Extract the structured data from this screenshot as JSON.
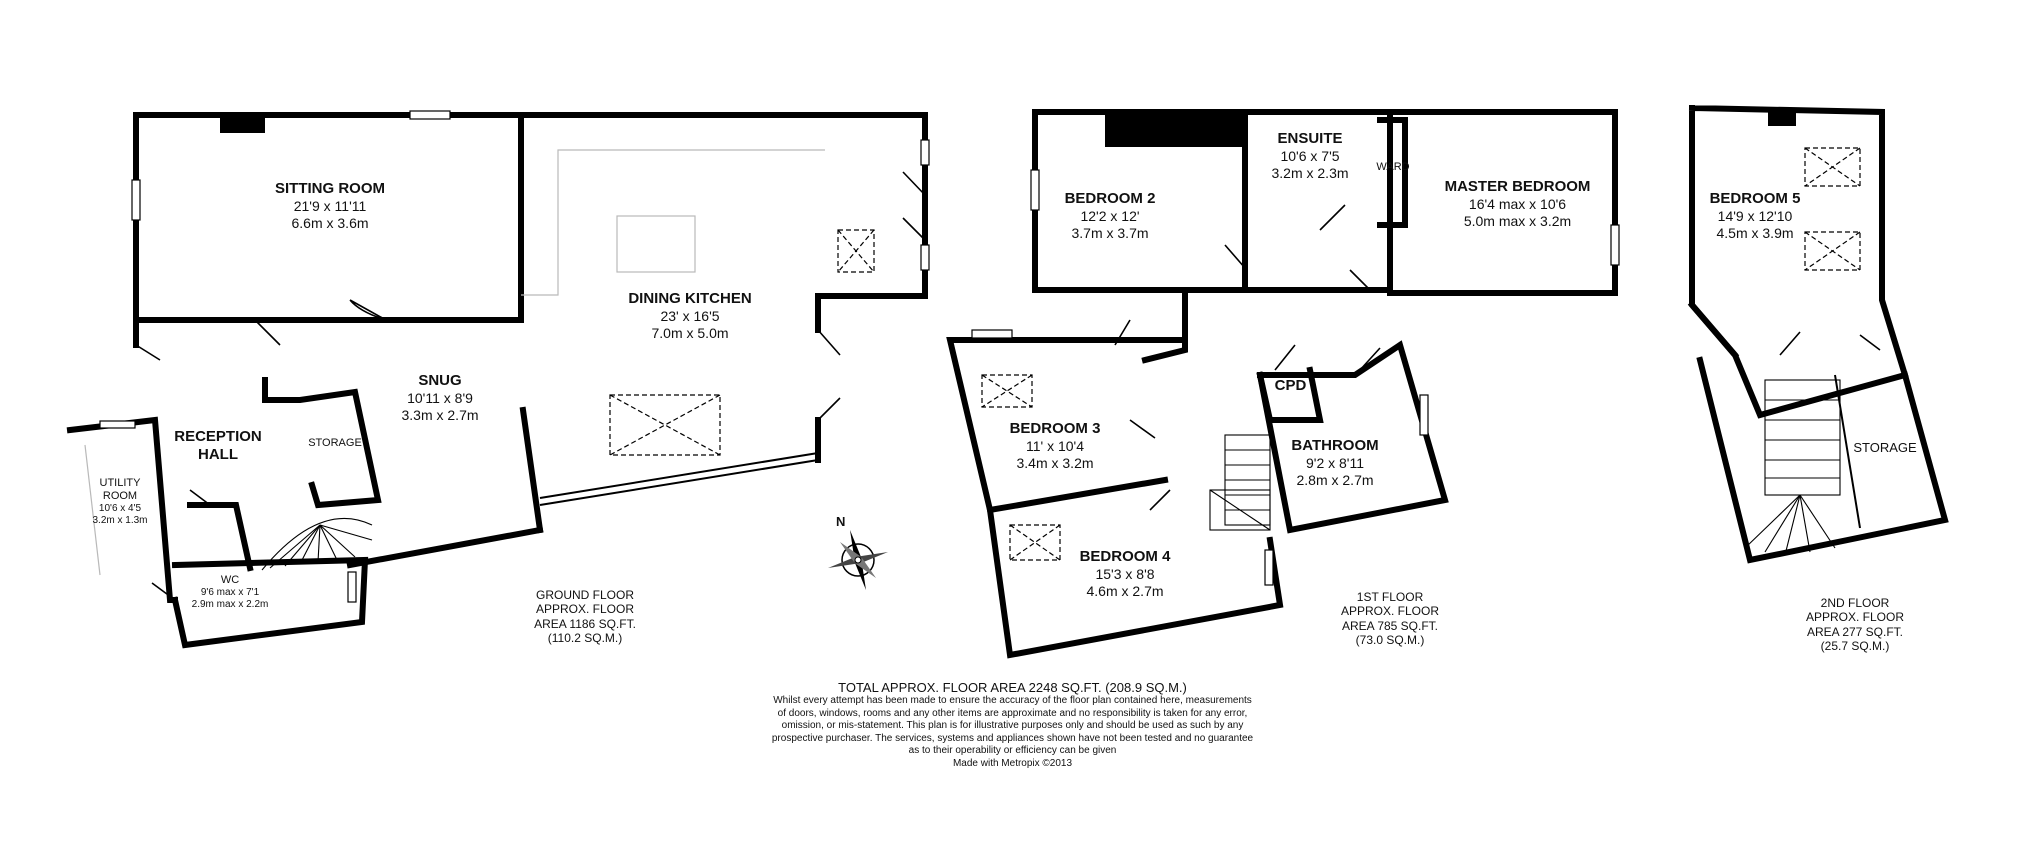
{
  "ground_floor": {
    "summary": [
      "GROUND FLOOR",
      "APPROX. FLOOR",
      "AREA 1186 SQ.FT.",
      "(110.2 SQ.M.)"
    ],
    "rooms": [
      {
        "name": "SITTING ROOM",
        "imperial": "21'9 x 11'11",
        "metric": "6.6m x 3.6m"
      },
      {
        "name": "DINING KITCHEN",
        "imperial": "23' x 16'5",
        "metric": "7.0m x 5.0m"
      },
      {
        "name": "SNUG",
        "imperial": "10'11 x 8'9",
        "metric": "3.3m x 2.7m"
      },
      {
        "name": "RECEPTION",
        "name2": "HALL"
      },
      {
        "name": "STORAGE"
      },
      {
        "name": "UTILITY",
        "name2": "ROOM",
        "imperial": "10'6 x 4'5",
        "metric": "3.2m x 1.3m"
      },
      {
        "name": "WC",
        "imperial": "9'6 max x 7'1",
        "metric": "2.9m max x 2.2m"
      }
    ]
  },
  "first_floor": {
    "summary": [
      "1ST FLOOR",
      "APPROX. FLOOR",
      "AREA 785 SQ.FT.",
      "(73.0 SQ.M.)"
    ],
    "rooms": [
      {
        "name": "BEDROOM 2",
        "imperial": "12'2 x 12'",
        "metric": "3.7m x 3.7m"
      },
      {
        "name": "ENSUITE",
        "imperial": "10'6 x 7'5",
        "metric": "3.2m x 2.3m"
      },
      {
        "name": "WARD"
      },
      {
        "name": "MASTER BEDROOM",
        "imperial": "16'4 max x 10'6",
        "metric": "5.0m max x 3.2m"
      },
      {
        "name": "BEDROOM 3",
        "imperial": "11' x 10'4",
        "metric": "3.4m x 3.2m"
      },
      {
        "name": "CPD"
      },
      {
        "name": "BATHROOM",
        "imperial": "9'2 x 8'11",
        "metric": "2.8m x 2.7m"
      },
      {
        "name": "BEDROOM 4",
        "imperial": "15'3 x 8'8",
        "metric": "4.6m x 2.7m"
      }
    ]
  },
  "second_floor": {
    "summary": [
      "2ND FLOOR",
      "APPROX. FLOOR",
      "AREA 277 SQ.FT.",
      "(25.7 SQ.M.)"
    ],
    "rooms": [
      {
        "name": "BEDROOM 5",
        "imperial": "14'9 x 12'10",
        "metric": "4.5m x 3.9m"
      },
      {
        "name": "STORAGE"
      }
    ]
  },
  "compass": {
    "label": "N"
  },
  "footer": {
    "total": "TOTAL APPROX. FLOOR AREA 2248 SQ.FT. (208.9 SQ.M.)",
    "disclaimer": [
      "Whilst every attempt has been made to ensure the accuracy of the floor plan contained here, measurements",
      "of doors, windows, rooms and any other items are approximate and no responsibility is taken for any error,",
      "omission, or mis-statement. This plan is for illustrative purposes only and should be used as such by any",
      "prospective purchaser. The services, systems and appliances shown have not been tested and no guarantee",
      "as to their operability or efficiency can be given"
    ],
    "credit": "Made with Metropix ©2013"
  }
}
